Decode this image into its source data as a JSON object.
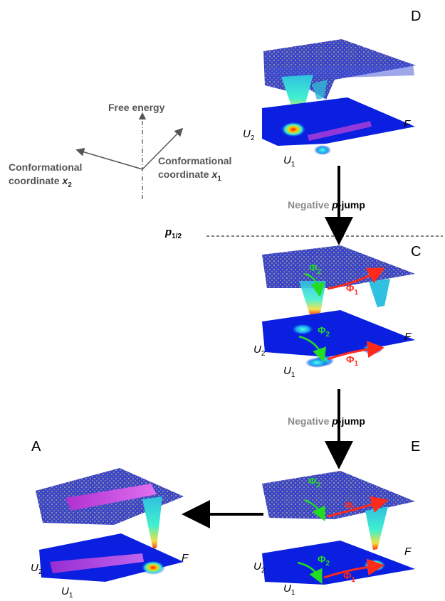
{
  "panels": {
    "D": "D",
    "C": "C",
    "E": "E",
    "A": "A"
  },
  "axes": {
    "free_energy": "Free energy",
    "coord_x2_line1": "Conformational",
    "coord_x2_line2": "coordinate",
    "coord_x2_var": "x",
    "coord_x2_sub": "2",
    "coord_x1_line1": "Conformational",
    "coord_x1_line2": "coordinate",
    "coord_x1_var": "x",
    "coord_x1_sub": "1"
  },
  "state_labels": {
    "U": "U",
    "U1_sub": "1",
    "U2_sub": "2",
    "F": "F"
  },
  "jump_label": {
    "negative": "Negative",
    "p": "p",
    "jump": "-jump"
  },
  "threshold": {
    "p": "p",
    "sub": "1/2"
  },
  "flux": {
    "phi": "Φ",
    "sub1": "1",
    "sub2": "2",
    "phi1_color": "#ff2a1a",
    "phi2_color": "#22dd22"
  },
  "colors": {
    "surface": "#3344cc",
    "surface_speckle": "#8a8aa8",
    "floor": "#0a1fe0",
    "valley_magenta": "#c040d8",
    "hot": "#ff2000",
    "cyan": "#2ee6ee"
  }
}
